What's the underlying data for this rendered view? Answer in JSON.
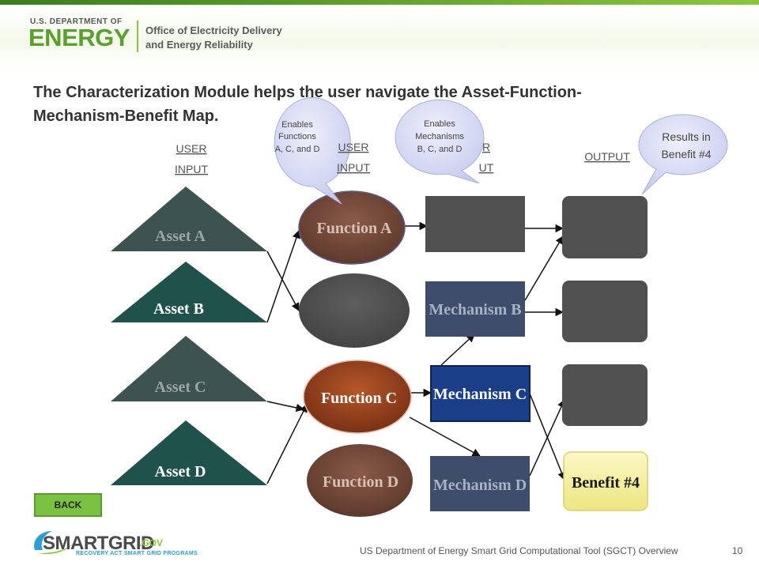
{
  "header": {
    "doe_small": "U.S. DEPARTMENT OF",
    "doe_big": "ENERGY",
    "office_line1": "Office of Electricity Delivery",
    "office_line2": "and Energy Reliability",
    "brand_color": "#5aa02c"
  },
  "title": {
    "line1": "The Characterization Module helps the user navigate the Asset-Function-",
    "line2": "Mechanism-Benefit Map."
  },
  "columns": {
    "user_input_1_a": "USER",
    "user_input_1_b": "INPUT",
    "user_input_2_a": "USER",
    "user_input_2_b": "INPUT",
    "user_input_3_a": "R",
    "user_input_3_b": "UT",
    "output": "OUTPUT"
  },
  "bubbles": {
    "functions": [
      "Enables",
      "Functions",
      "A, C, and D"
    ],
    "mechanisms": [
      "Enables",
      "Mechanisms",
      "B, C, and D"
    ],
    "results": [
      "Results in",
      "Benefit #4"
    ]
  },
  "assets": [
    {
      "label": "Asset A",
      "color": "#3d5350"
    },
    {
      "label": "Asset B",
      "color": "#1e524a"
    },
    {
      "label": "Asset C",
      "color": "#3d5350"
    },
    {
      "label": "Asset D",
      "color": "#1e524a"
    }
  ],
  "functions": [
    {
      "label": "Function A",
      "color": "#6e4535"
    },
    {
      "label": "",
      "color": "#505050"
    },
    {
      "label": "Function C",
      "color": "#8e3d1a"
    },
    {
      "label": "Function D",
      "color": "#6e4535"
    }
  ],
  "mechanisms": [
    {
      "label": "",
      "color": "#505050"
    },
    {
      "label": "Mechanism B",
      "color": "#3e4d6a"
    },
    {
      "label": "Mechanism C",
      "color": "#1a3e88"
    },
    {
      "label": "Mechanism D",
      "color": "#3e4d6a"
    }
  ],
  "benefits": [
    {
      "label": "",
      "color": "#505050"
    },
    {
      "label": "",
      "color": "#505050"
    },
    {
      "label": "",
      "color": "#505050"
    },
    {
      "label": "Benefit #4",
      "color": "#f5f2a0"
    }
  ],
  "back_label": "BACK",
  "footer": {
    "logo_word": "SMARTGRID",
    "logo_gov": ".GOV",
    "logo_tag": "RECOVERY ACT SMART GRID PROGRAMS",
    "text": "US Department of Energy Smart Grid Computational Tool (SGCT) Overview",
    "page": "10"
  }
}
